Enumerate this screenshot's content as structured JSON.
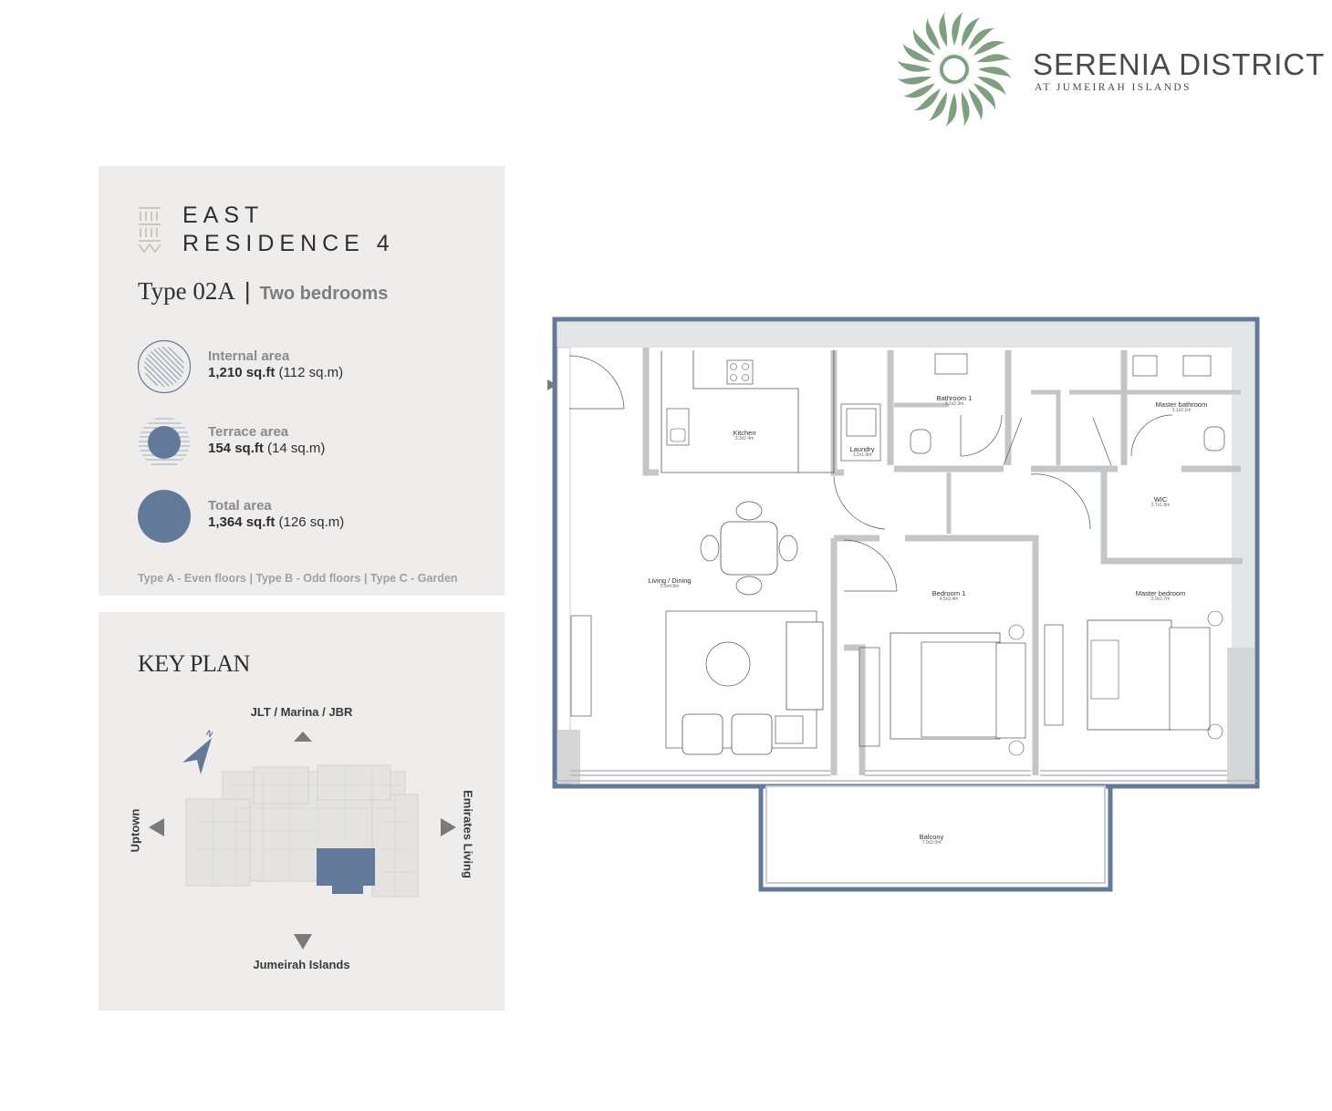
{
  "brand": {
    "name": "SERENIA DISTRICT",
    "subtitle": "AT JUMEIRAH ISLANDS",
    "colors": {
      "leaf": "#7f9f80",
      "accent": "#62799a",
      "panel": "#efedec",
      "wall": "#c9ccce"
    }
  },
  "residence": {
    "line1": "EAST",
    "line2": "RESIDENCE 4",
    "type_code": "Type 02A",
    "separator": "|",
    "bedrooms": "Two bedrooms"
  },
  "areas": [
    {
      "label": "Internal area",
      "value_main": "1,210 sq.ft",
      "value_alt": "(112 sq.m)",
      "icon": "hatched-circle-icon"
    },
    {
      "label": "Terrace area",
      "value_main": "154 sq.ft",
      "value_alt": "(14 sq.m)",
      "icon": "striped-circle-icon"
    },
    {
      "label": "Total area",
      "value_main": "1,364 sq.ft",
      "value_alt": "(126 sq.m)",
      "icon": "solid-circle-icon"
    }
  ],
  "floor_note": "Type A - Even floors | Type B - Odd floors | Type C - Garden",
  "key_plan": {
    "title": "KEY PLAN",
    "north": "N",
    "top": "JLT / Marina / JBR",
    "bottom": "Jumeirah Islands",
    "left": "Uptown",
    "right": "Emirates Living"
  },
  "rooms": [
    {
      "name": "Kitchen",
      "dim": "3.3x2.4m"
    },
    {
      "name": "Laundry",
      "dim": "1.2x1.9m"
    },
    {
      "name": "Bathroom 1",
      "dim": "3.1x2.3m"
    },
    {
      "name": "Master bathroom",
      "dim": "3.1x2.1m"
    },
    {
      "name": "WIC",
      "dim": "2.7x1.8m"
    },
    {
      "name": "Living / Dining",
      "dim": "5.9x4.8m"
    },
    {
      "name": "Bedroom 1",
      "dim": "4.5x3.4m"
    },
    {
      "name": "Master bedroom",
      "dim": "3.9x3.7m"
    },
    {
      "name": "Balcony",
      "dim": "7.0x2.0m"
    }
  ]
}
